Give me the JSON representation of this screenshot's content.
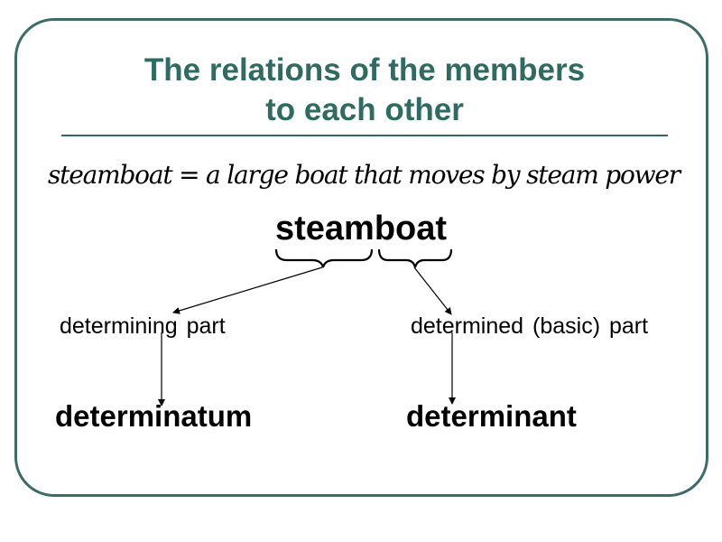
{
  "title": {
    "line1": "The relations of the members",
    "line2": "to each other"
  },
  "definition": "steamboat = a large boat that moves by steam power",
  "word": "steamboat",
  "parts": {
    "left_label": "determining part",
    "right_label": "determined (basic) part"
  },
  "terms": {
    "left": "determinatum",
    "right": "determinant"
  },
  "colors": {
    "frame": "#3d6b65",
    "title": "#2f6b60",
    "text": "#000000"
  }
}
